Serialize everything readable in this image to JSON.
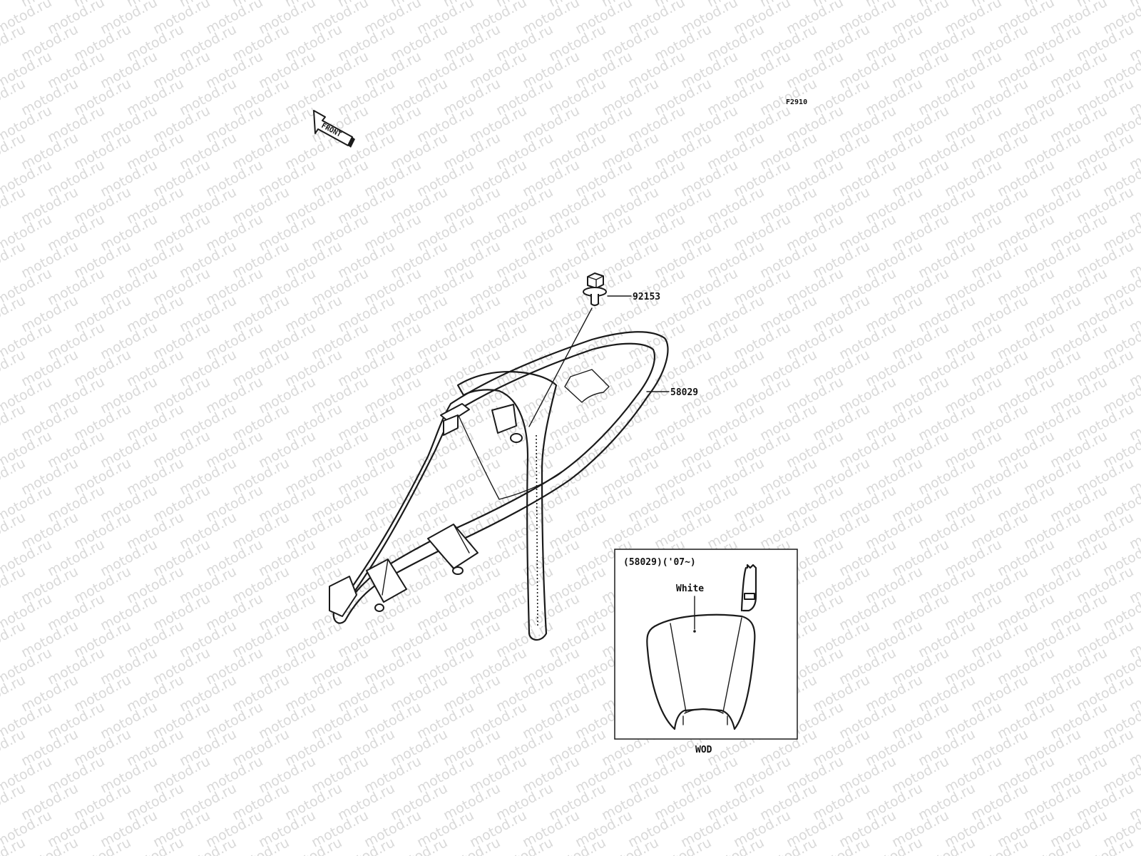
{
  "watermark": {
    "text": "motod.ru"
  },
  "diagram": {
    "figure_code": "F2910",
    "front_arrow_label": "FRONT",
    "parts": {
      "bolt": "92153",
      "number_plate": "58029"
    },
    "inset": {
      "title": "(58029)('07~)",
      "color_note": "White",
      "caption": "WOD"
    }
  },
  "colors": {
    "line": "#1a1a1a",
    "watermark": "#d9d9d9",
    "background": "#ffffff"
  },
  "icons": {
    "front_arrow": "front-arrow-icon"
  }
}
